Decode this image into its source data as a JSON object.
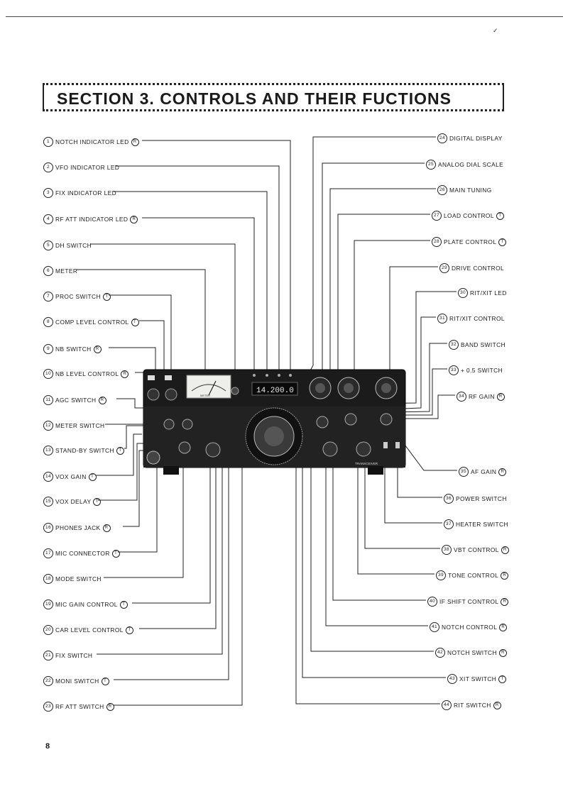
{
  "page": {
    "section_title": "SECTION 3.  CONTROLS AND THEIR FUCTIONS",
    "page_number": "8"
  },
  "left_labels": [
    {
      "num": "1",
      "text": "NOTCH INDICATOR LED",
      "sfx": "R"
    },
    {
      "num": "2",
      "text": "VFO INDICATOR LED",
      "sfx": ""
    },
    {
      "num": "3",
      "text": "FIX INDICATOR LED",
      "sfx": ""
    },
    {
      "num": "4",
      "text": "RF ATT INDICATOR LED",
      "sfx": "R"
    },
    {
      "num": "5",
      "text": "DH SWITCH",
      "sfx": ""
    },
    {
      "num": "6",
      "text": "METER",
      "sfx": ""
    },
    {
      "num": "7",
      "text": "PROC SWITCH",
      "sfx": "T"
    },
    {
      "num": "8",
      "text": "COMP LEVEL CONTROL",
      "sfx": "T"
    },
    {
      "num": "9",
      "text": "NB SWITCH",
      "sfx": "R"
    },
    {
      "num": "10",
      "text": "NB LEVEL CONTROL",
      "sfx": "R"
    },
    {
      "num": "11",
      "text": "AGC SWITCH",
      "sfx": "R"
    },
    {
      "num": "12",
      "text": "METER SWITCH",
      "sfx": ""
    },
    {
      "num": "13",
      "text": "STAND-BY SWITCH",
      "sfx": "T"
    },
    {
      "num": "14",
      "text": "VOX GAIN",
      "sfx": "T"
    },
    {
      "num": "15",
      "text": "VOX DELAY",
      "sfx": "T"
    },
    {
      "num": "16",
      "text": "PHONES JACK",
      "sfx": "R"
    },
    {
      "num": "17",
      "text": "MIC CONNECTOR",
      "sfx": "T"
    },
    {
      "num": "18",
      "text": "MODE SWITCH",
      "sfx": ""
    },
    {
      "num": "19",
      "text": "MIC GAIN CONTROL",
      "sfx": "T"
    },
    {
      "num": "20",
      "text": "CAR LEVEL CONTROL",
      "sfx": "T"
    },
    {
      "num": "21",
      "text": "FIX SWITCH",
      "sfx": ""
    },
    {
      "num": "22",
      "text": "MONI SWITCH",
      "sfx": "T"
    },
    {
      "num": "23",
      "text": "RF ATT SWITCH",
      "sfx": "R"
    }
  ],
  "right_labels": [
    {
      "num": "24",
      "text": "DIGITAL DISPLAY",
      "sfx": ""
    },
    {
      "num": "25",
      "text": "ANALOG DIAL SCALE",
      "sfx": ""
    },
    {
      "num": "26",
      "text": "MAIN TUNING",
      "sfx": ""
    },
    {
      "num": "27",
      "text": "LOAD CONTROL",
      "sfx": "T"
    },
    {
      "num": "28",
      "text": "PLATE CONTROL",
      "sfx": "T"
    },
    {
      "num": "29",
      "text": "DRIVE CONTROL",
      "sfx": ""
    },
    {
      "num": "30",
      "text": "RIT/XIT LED",
      "sfx": ""
    },
    {
      "num": "31",
      "text": "RIT/XIT CONTROL",
      "sfx": ""
    },
    {
      "num": "32",
      "text": "BAND SWITCH",
      "sfx": ""
    },
    {
      "num": "33",
      "text": "+ 0.5 SWITCH",
      "sfx": ""
    },
    {
      "num": "34",
      "text": "RF GAIN",
      "sfx": "R"
    },
    {
      "num": "35",
      "text": "AF GAIN",
      "sfx": "R"
    },
    {
      "num": "36",
      "text": "POWER SWITCH",
      "sfx": ""
    },
    {
      "num": "37",
      "text": "HEATER SWITCH",
      "sfx": ""
    },
    {
      "num": "38",
      "text": "VBT CONTROL",
      "sfx": "R"
    },
    {
      "num": "39",
      "text": "TONE CONTROL",
      "sfx": "R"
    },
    {
      "num": "40",
      "text": "IF SHIFT CONTROL",
      "sfx": "R"
    },
    {
      "num": "41",
      "text": "NOTCH CONTROL",
      "sfx": "R"
    },
    {
      "num": "42",
      "text": "NOTCH SWITCH",
      "sfx": "R"
    },
    {
      "num": "43",
      "text": "XIT SWITCH",
      "sfx": "T"
    },
    {
      "num": "44",
      "text": "RIT SWITCH",
      "sfx": "R"
    }
  ],
  "radio": {
    "display_readout": "14.200.0",
    "model_text": "TRANSCEIVER",
    "meter_label": "METER"
  }
}
